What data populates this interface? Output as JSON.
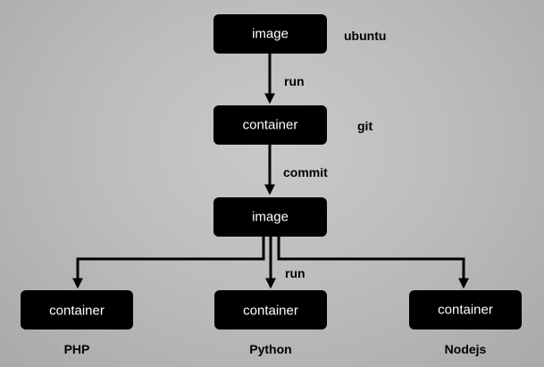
{
  "nodes": {
    "image_top": {
      "label": "image",
      "annotation": "ubuntu"
    },
    "container_mid": {
      "label": "container",
      "annotation": "git"
    },
    "image_mid": {
      "label": "image"
    },
    "container_left": {
      "label": "container",
      "caption": "PHP"
    },
    "container_center": {
      "label": "container",
      "caption": "Python"
    },
    "container_right": {
      "label": "container",
      "caption": "Nodejs"
    }
  },
  "edges": {
    "run_top": {
      "label": "run"
    },
    "commit": {
      "label": "commit"
    },
    "run_bottom": {
      "label": "run"
    }
  }
}
